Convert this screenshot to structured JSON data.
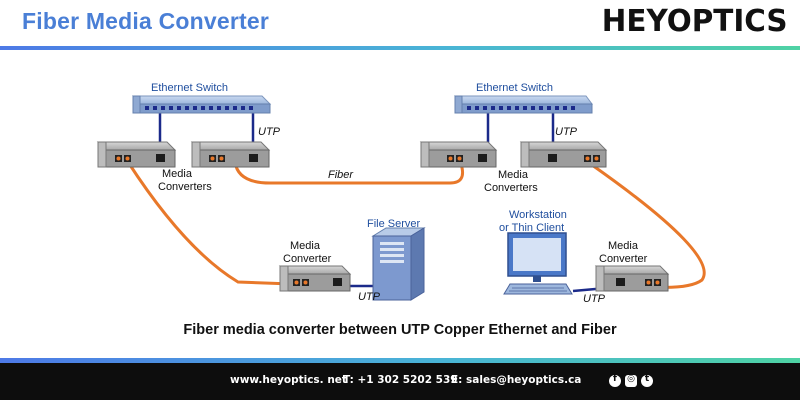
{
  "header": {
    "title": "Fiber Media Converter",
    "logo": "HEYOPTICS"
  },
  "diagram": {
    "switch_left_label": "Ethernet Switch",
    "switch_right_label": "Ethernet Switch",
    "utp": "UTP",
    "fiber": "Fiber",
    "media": "Media",
    "converters": "Converters",
    "converter": "Converter",
    "file_server": "File Server",
    "workstation_1": "Workstation",
    "workstation_2": "or Thin Client"
  },
  "caption": "Fiber media converter between UTP Copper Ethernet and Fiber",
  "footer": {
    "website": "www.heyoptics. net",
    "phone": "T: +1 302 5202 539",
    "email": "E: sales@heyoptics.ca",
    "social_icons": [
      "facebook-icon",
      "instagram-icon",
      "twitter-icon"
    ]
  },
  "colors": {
    "title": "#4a7fd6",
    "fiber": "#e8782a",
    "utp": "#1b2a8a",
    "switch": "#9db7dd"
  }
}
